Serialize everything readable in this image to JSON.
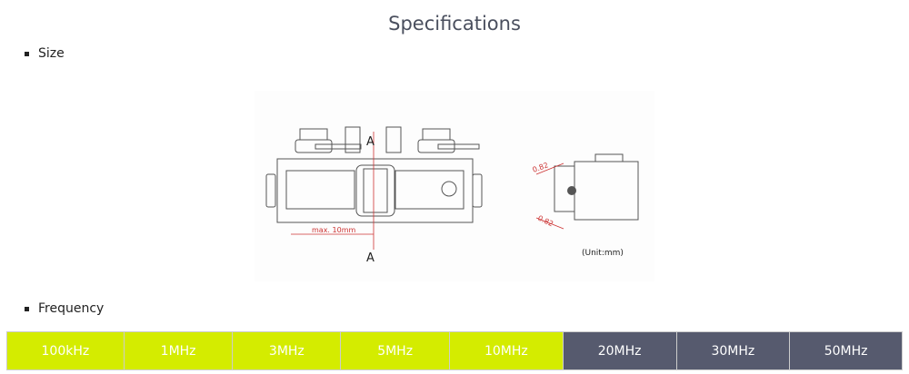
{
  "title": "Specifications",
  "sections": {
    "size": "Size",
    "frequency": "Frequency"
  },
  "diagram": {
    "section_top": "A",
    "section_bottom": "A",
    "max_label": "max. 10mm",
    "dim1": "0.82",
    "dim2": "0.82",
    "unit": "(Unit:mm)"
  },
  "colors": {
    "active": "#d4ec00",
    "inactive": "#565a6e"
  },
  "frequencies": [
    {
      "label": "100kHz",
      "active": true
    },
    {
      "label": "1MHz",
      "active": true
    },
    {
      "label": "3MHz",
      "active": true
    },
    {
      "label": "5MHz",
      "active": true
    },
    {
      "label": "10MHz",
      "active": true
    },
    {
      "label": "20MHz",
      "active": false
    },
    {
      "label": "30MHz",
      "active": false
    },
    {
      "label": "50MHz",
      "active": false
    }
  ]
}
